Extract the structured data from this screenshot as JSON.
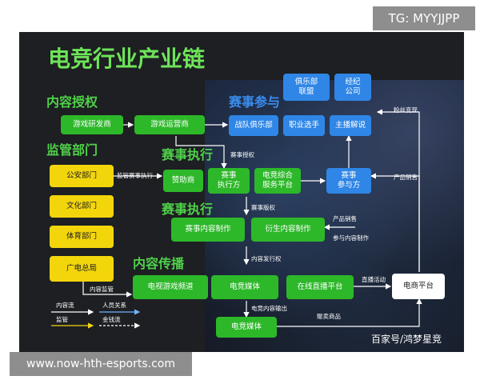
{
  "badge": "TG: MYYJJPP",
  "title": "电竞行业产业链",
  "headings": {
    "content_auth": "内容授权",
    "supervision": "监管部门",
    "event_participation": "赛事参与",
    "event_exec_1": "赛事执行",
    "event_exec_2": "赛事执行",
    "content_spread": "内容传播"
  },
  "boxes": {
    "game_dev": "游戏研发商",
    "game_op": "游戏运营商",
    "club_league": "俱乐部\n联盟",
    "agency": "经纪\n公司",
    "team_club": "战队俱乐部",
    "pro_player": "职业选手",
    "host_commentary": "主播解说",
    "police": "公安部门",
    "culture": "文化部门",
    "sports": "体育部门",
    "broadcast": "广电总局",
    "sponsor": "赞助商",
    "event_executor": "赛事\n执行方",
    "esports_service": "电竞综合\n服务平台",
    "event_participant": "赛事\n参与方",
    "event_content": "赛事内容制作",
    "derivative_content": "衍生内容制作",
    "tv_channel": "电视游戏频道",
    "esports_media_1": "电竞媒体",
    "live_platform": "在线直播平台",
    "ecommerce": "电商平台",
    "esports_media_2": "电竞媒体"
  },
  "labels": {
    "event_auth": "赛事授权",
    "supervise_exec": "监管赛事执行",
    "event_rights": "赛事版权",
    "product_sales_1": "产品销售",
    "product_sales_2": "产品销售",
    "content_making": "参与内容制作",
    "fan_monetize": "粉丝变现",
    "content_distribution": "内容发行权",
    "supervise_content": "内容监管",
    "live_events": "直播活动",
    "esports_output": "电竞内容输出",
    "merch": "赈卖商品"
  },
  "legend": {
    "content_flow": "内容流",
    "people": "人员关系",
    "supervision": "监管",
    "money": "金钱流"
  },
  "credit": "百家号/鸿梦星竞",
  "footer": "www.now-hth-esports.com",
  "colors": {
    "green": "#2db82a",
    "yellow": "#f3d50c",
    "blue": "#2f86e6",
    "background": "#1d1f22"
  }
}
